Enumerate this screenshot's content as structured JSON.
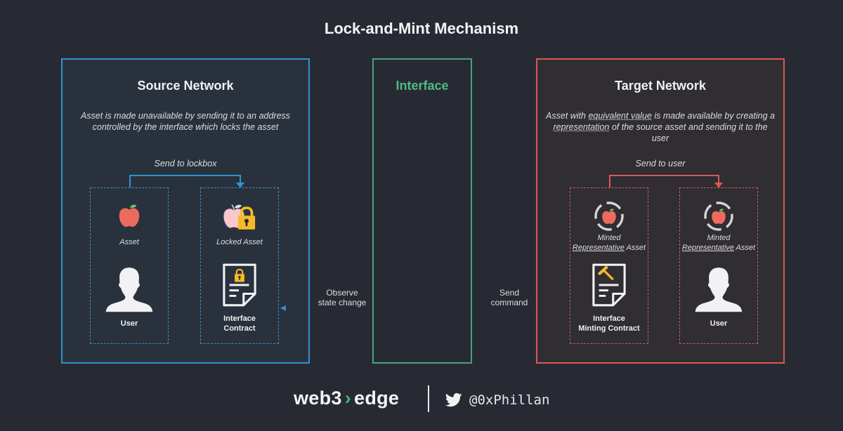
{
  "title": "Lock-and-Mint Mechanism",
  "colors": {
    "background": "#282a33",
    "source_accent": "#2e93d1",
    "interface_accent": "#52b987",
    "target_accent": "#d85a52",
    "apple": "#ec6b5e",
    "lock": "#f6b928"
  },
  "source": {
    "title": "Source Network",
    "description_line1": "Asset is made unavailable by sending it to an address",
    "description_line2": "controlled by the interface which locks the asset",
    "flow_label": "Send to lockbox",
    "left_box": {
      "asset_icon": "apple-icon",
      "asset_label": "Asset",
      "actor_icon": "user-icon",
      "actor_label": "User"
    },
    "right_box": {
      "asset_icon": "locked-apple-icon",
      "asset_label": "Locked Asset",
      "contract_icon": "locked-contract-icon",
      "contract_label_line1": "Interface",
      "contract_label_line2": "Contract"
    }
  },
  "interface": {
    "title": "Interface",
    "observe_line1": "Observe",
    "observe_line2": "state change",
    "send_line1": "Send",
    "send_line2": "command"
  },
  "target": {
    "title": "Target Network",
    "desc_pre": "Asset with ",
    "desc_u1": "equivalent value",
    "desc_mid": " is made available by creating a",
    "desc_u2": "representation",
    "desc_post": " of the source asset and sending it to the user",
    "flow_label": "Send to user",
    "left_box": {
      "asset_icon": "minted-apple-icon",
      "asset_line1": "Minted",
      "asset_u": "Representative",
      "asset_post": " Asset",
      "contract_icon": "minting-contract-icon",
      "contract_label_line1": "Interface",
      "contract_label_line2": "Minting Contract"
    },
    "right_box": {
      "asset_icon": "minted-apple-icon",
      "asset_line1": "Minted",
      "asset_u": "Representative",
      "asset_post": " Asset",
      "actor_icon": "user-icon",
      "actor_label": "User"
    }
  },
  "footer": {
    "brand_left": "web3",
    "brand_chevron": "›",
    "brand_right": "edge",
    "social_icon": "twitter-icon",
    "handle": "@0xPhillan"
  }
}
